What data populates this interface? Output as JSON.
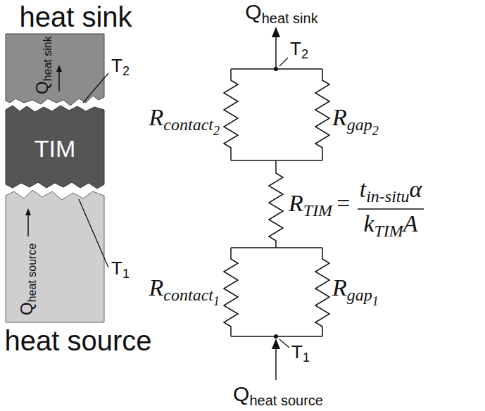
{
  "diagram": {
    "nodes": [
      {
        "text": [
          "heat sink"
        ]
      },
      {
        "text": [
          "TIM"
        ]
      },
      {
        "text": [
          "heat source"
        ]
      }
    ],
    "labels": [
      "Q",
      "heat sink",
      "T",
      "2",
      "R",
      "contact",
      "2",
      "R",
      "gap",
      "2",
      "R",
      "TIM",
      "=",
      "t",
      "in-situ",
      "α",
      "k",
      "TIM",
      "A",
      "R",
      "contact",
      "1",
      "R",
      "gap",
      "1",
      "T",
      "1",
      "Q",
      "heat source",
      "Q",
      "heat sink",
      "T",
      "2",
      "T",
      "1",
      "Q",
      "heat source"
    ]
  }
}
